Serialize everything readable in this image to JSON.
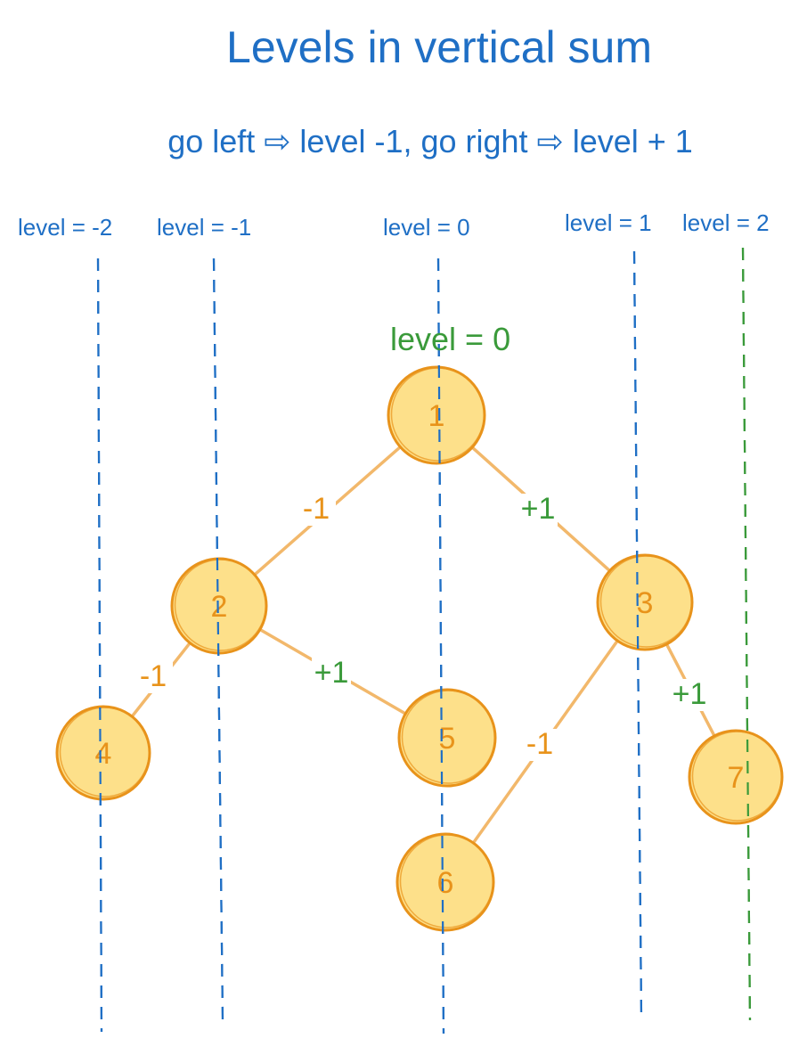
{
  "title": "Levels in vertical sum",
  "subtitle": "go left ⇨ level -1, go right ⇨ level + 1",
  "columns": [
    {
      "label": "level = -2",
      "color": "#1f6fc5"
    },
    {
      "label": "level = -1",
      "color": "#1f6fc5"
    },
    {
      "label": "level = 0",
      "color": "#1f6fc5"
    },
    {
      "label": "level = 1",
      "color": "#1f6fc5"
    },
    {
      "label": "level = 2",
      "color": "#3a9a3a"
    }
  ],
  "root_level_label": "level = 0",
  "nodes": [
    {
      "id": "1",
      "label": "1"
    },
    {
      "id": "2",
      "label": "2"
    },
    {
      "id": "3",
      "label": "3"
    },
    {
      "id": "4",
      "label": "4"
    },
    {
      "id": "5",
      "label": "5"
    },
    {
      "id": "6",
      "label": "6"
    },
    {
      "id": "7",
      "label": "7"
    }
  ],
  "edges": [
    {
      "from": "1",
      "to": "2",
      "label": "-1",
      "label_color": "#e8931b"
    },
    {
      "from": "1",
      "to": "3",
      "label": "+1",
      "label_color": "#3a9a3a"
    },
    {
      "from": "2",
      "to": "4",
      "label": "-1",
      "label_color": "#e8931b"
    },
    {
      "from": "2",
      "to": "5",
      "label": "+1",
      "label_color": "#3a9a3a"
    },
    {
      "from": "3",
      "to": "6",
      "label": "-1",
      "label_color": "#e8931b"
    },
    {
      "from": "3",
      "to": "7",
      "label": "+1",
      "label_color": "#3a9a3a"
    }
  ],
  "colors": {
    "node_fill": "#fde08a",
    "node_stroke": "#e8931b",
    "edge": "#f2b86b",
    "blue": "#1f6fc5",
    "green": "#3a9a3a"
  }
}
